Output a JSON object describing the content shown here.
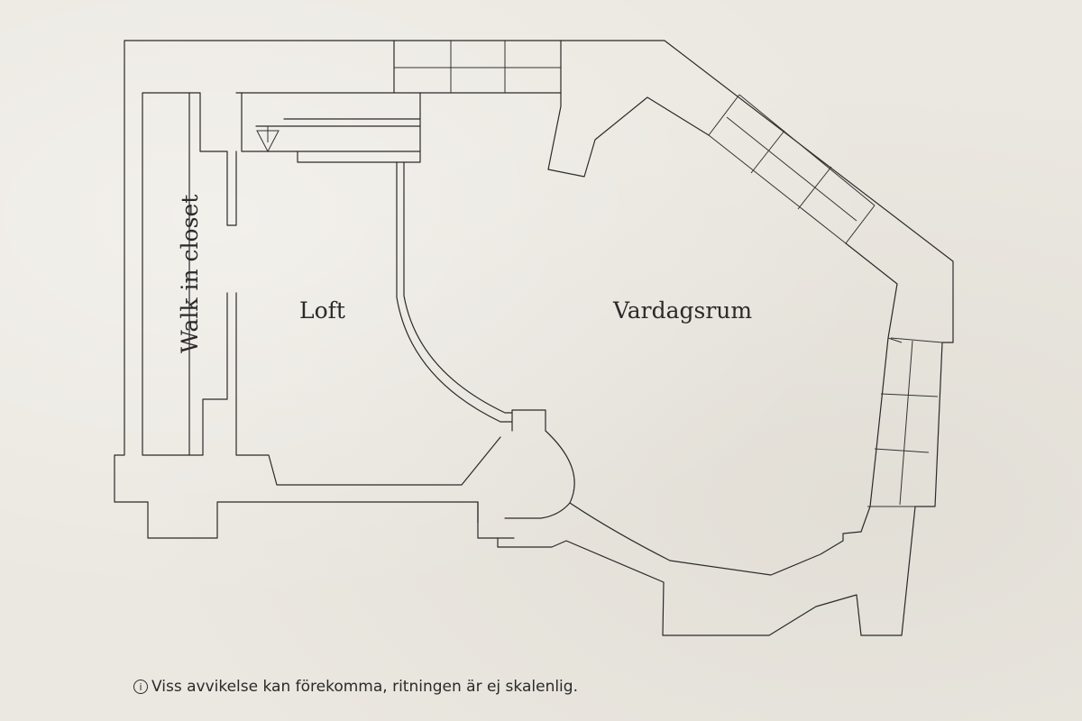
{
  "rooms": {
    "walk_in_closet": "Walk in closet",
    "loft": "Loft",
    "vardagsrum": "Vardagsrum"
  },
  "footer": {
    "info_icon_glyph": "i",
    "disclaimer": "Viss avvikelse kan förekomma, ritningen är ej skalenlig."
  },
  "colors": {
    "background": "#ebe8e1",
    "ink": "#2a2a2a"
  }
}
